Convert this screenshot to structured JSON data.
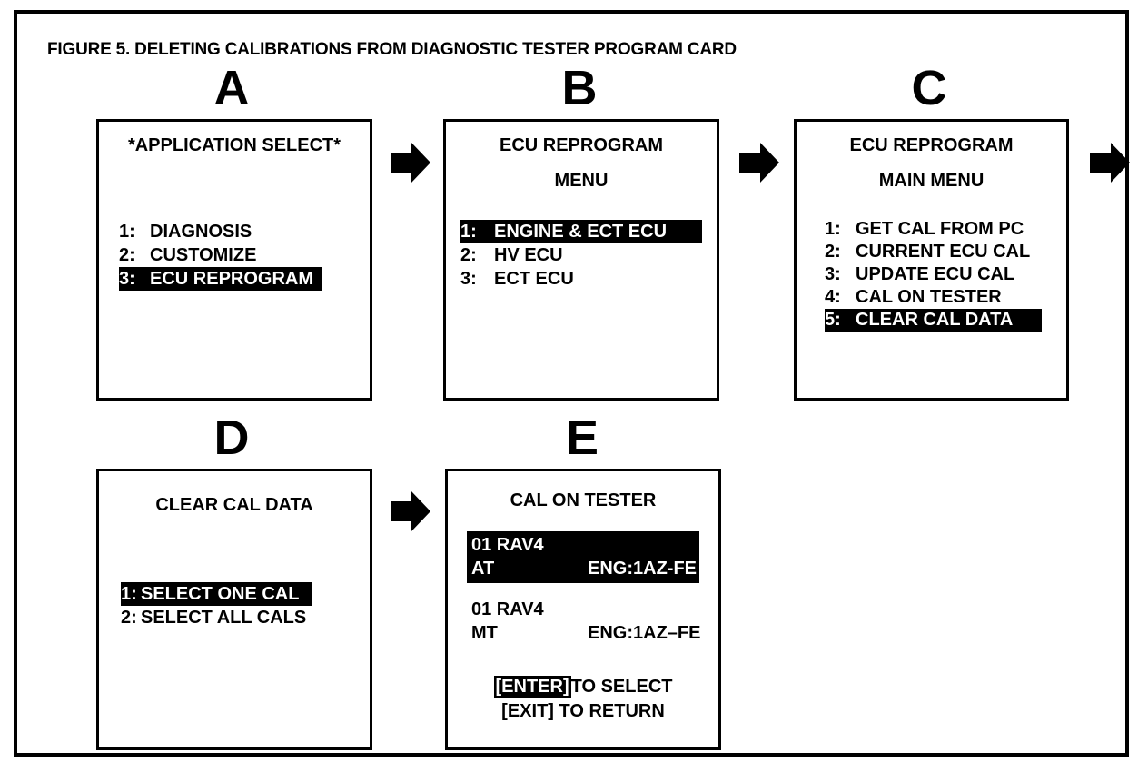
{
  "figure": {
    "caption": "FIGURE 5.  DELETING CALIBRATIONS FROM DIAGNOSTIC TESTER PROGRAM CARD",
    "accent_color": "#000000",
    "background_color": "#ffffff"
  },
  "steps": [
    {
      "letter": "A"
    },
    {
      "letter": "B"
    },
    {
      "letter": "C"
    },
    {
      "letter": "D"
    },
    {
      "letter": "E"
    }
  ],
  "screens": {
    "a": {
      "title": "*APPLICATION SELECT*",
      "items": [
        {
          "num": "1:",
          "label": "DIAGNOSIS",
          "selected": false
        },
        {
          "num": "2:",
          "label": "CUSTOMIZE",
          "selected": false
        },
        {
          "num": "3:",
          "label": "ECU REPROGRAM",
          "selected": true
        }
      ]
    },
    "b": {
      "title_line1": "ECU REPROGRAM",
      "title_line2": "MENU",
      "items": [
        {
          "num": "1:",
          "label": "ENGINE & ECT ECU",
          "selected": true
        },
        {
          "num": "2:",
          "label": "HV ECU",
          "selected": false
        },
        {
          "num": "3:",
          "label": "ECT ECU",
          "selected": false
        }
      ]
    },
    "c": {
      "title_line1": "ECU REPROGRAM",
      "title_line2": "MAIN MENU",
      "items": [
        {
          "num": "1:",
          "label": "GET CAL FROM PC",
          "selected": false
        },
        {
          "num": "2:",
          "label": "CURRENT ECU CAL",
          "selected": false
        },
        {
          "num": "3:",
          "label": "UPDATE ECU CAL",
          "selected": false
        },
        {
          "num": "4:",
          "label": "CAL ON TESTER",
          "selected": false
        },
        {
          "num": "5:",
          "label": "CLEAR CAL DATA",
          "selected": true
        }
      ]
    },
    "d": {
      "title": "CLEAR CAL DATA",
      "items": [
        {
          "num": "1:",
          "label": "SELECT ONE CAL",
          "selected": true
        },
        {
          "num": "2:",
          "label": "SELECT ALL CALS",
          "selected": false
        }
      ]
    },
    "e": {
      "title": "CAL ON TESTER",
      "entries": [
        {
          "model": "01 RAV4",
          "transmission": "AT",
          "engine": "ENG:1AZ-FE",
          "selected": true
        },
        {
          "model": "01 RAV4",
          "transmission": "MT",
          "engine": "ENG:1AZ–FE",
          "selected": false
        }
      ],
      "footer": {
        "enter_key": "[ENTER]",
        "enter_action": "TO SELECT",
        "exit_key": "[EXIT]",
        "exit_action": "TO RETURN"
      }
    }
  }
}
